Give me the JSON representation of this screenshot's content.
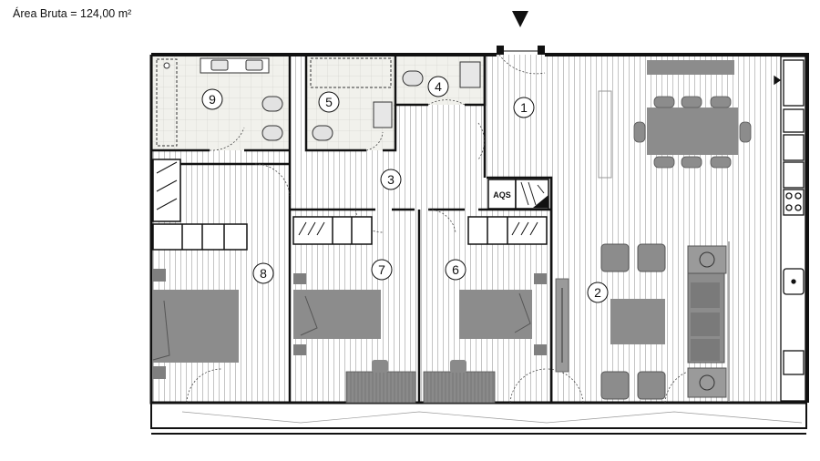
{
  "header": {
    "area_text": "Área Bruta = 124,00 m²"
  },
  "plan": {
    "aqs_label": "AQS",
    "rooms": [
      {
        "id": "1",
        "label": "1"
      },
      {
        "id": "2",
        "label": "2"
      },
      {
        "id": "3",
        "label": "3"
      },
      {
        "id": "4",
        "label": "4"
      },
      {
        "id": "5",
        "label": "5"
      },
      {
        "id": "6",
        "label": "6"
      },
      {
        "id": "7",
        "label": "7"
      },
      {
        "id": "8",
        "label": "8"
      },
      {
        "id": "9",
        "label": "9"
      }
    ],
    "icons": {
      "entrance": "entrance-arrow-icon",
      "cooktop": "cooktop-icon",
      "sink": "sink-icon"
    }
  }
}
